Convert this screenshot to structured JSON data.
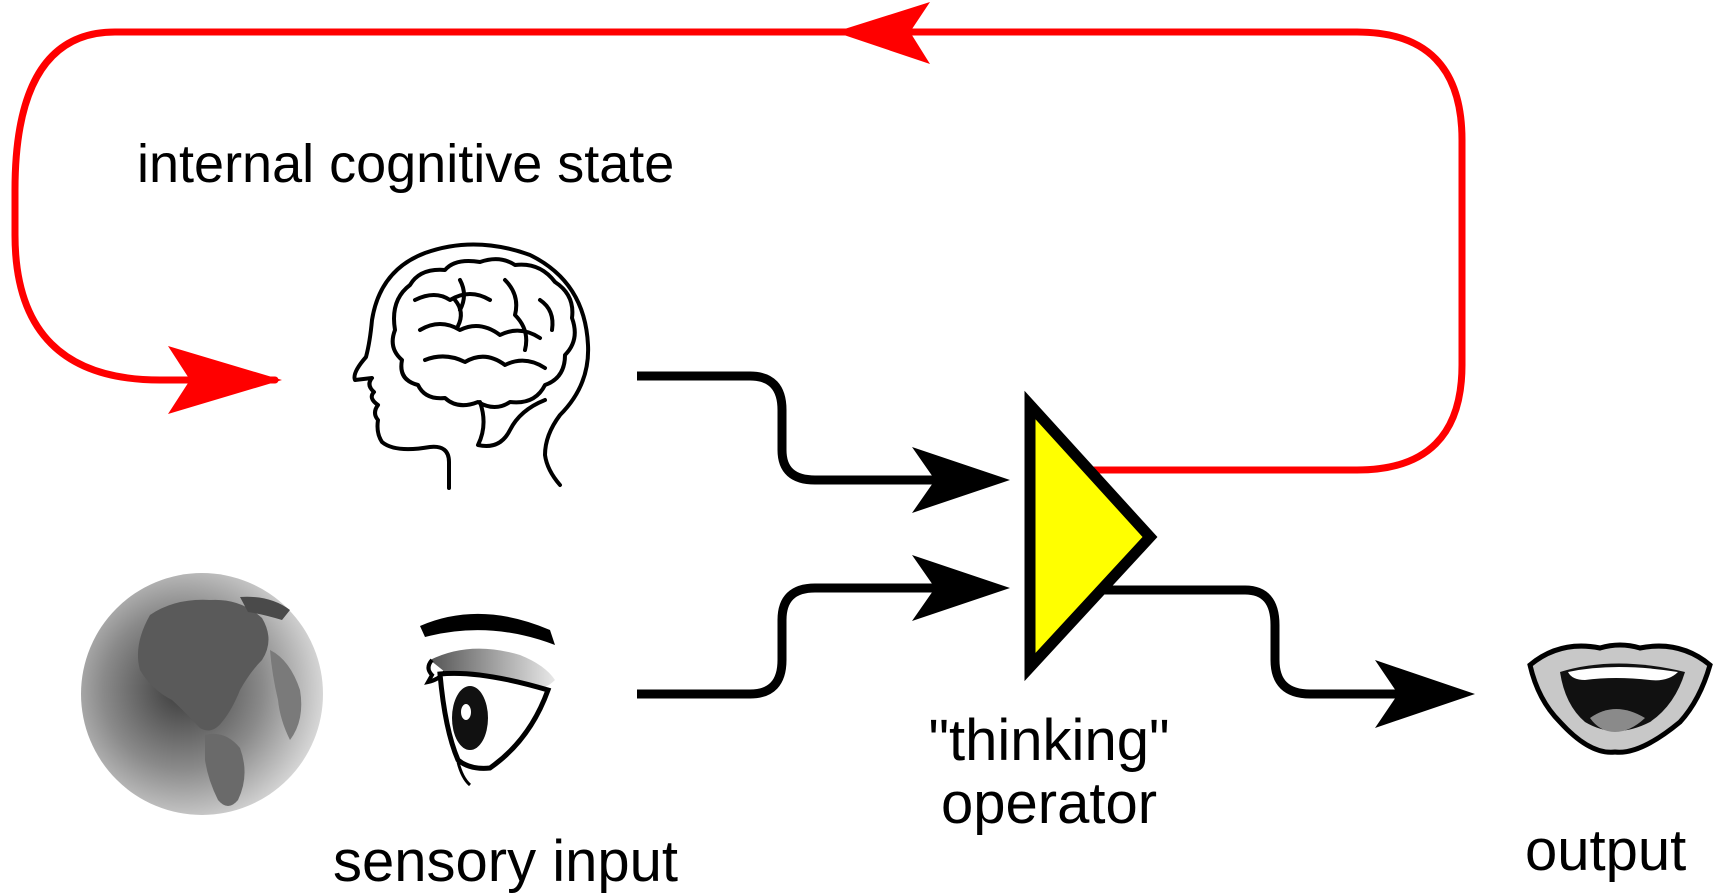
{
  "labels": {
    "internal_state": "internal cognitive state",
    "sensory_input": "sensory input",
    "thinking_line1": "\"thinking\"",
    "thinking_line2": "operator",
    "output": "output"
  },
  "colors": {
    "feedback_loop": "#ff0000",
    "signal_lines": "#000000",
    "operator_fill": "#ffff00",
    "operator_stroke": "#000000"
  },
  "icons": [
    "brain-head-icon",
    "globe-icon",
    "eye-icon",
    "mouth-icon"
  ]
}
